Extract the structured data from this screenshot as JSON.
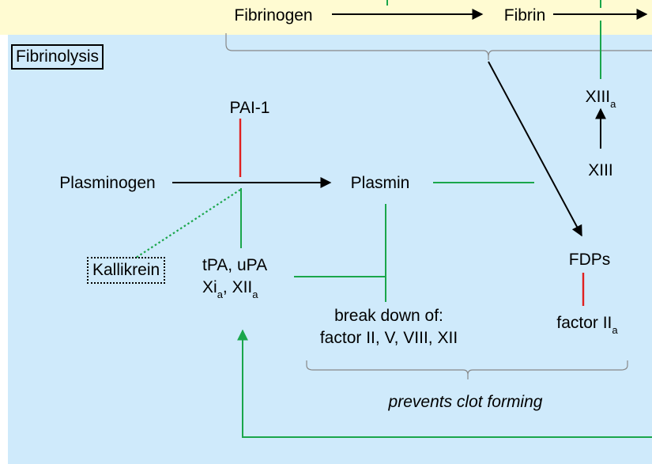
{
  "section_label": "Fibrinolysis",
  "coagulation": {
    "fibrinogen": "Fibrinogen",
    "fibrin": "Fibrin"
  },
  "nodes": {
    "plasminogen": "Plasminogen",
    "plasmin": "Plasmin",
    "pai1": "PAI-1",
    "kallikrein": "Kallikrein",
    "activators": {
      "line1": "tPA, uPA",
      "xi_base": "Xi",
      "xi_sub": "a",
      "sep": ", ",
      "xii_base": "XII",
      "xii_sub": "a"
    },
    "breakdown": {
      "line1": "break down of:",
      "line2": "factor II, V, VIII, XII"
    },
    "xiii": "XIII",
    "xiiia_base": "XIII",
    "xiiia_sub": "a",
    "fdps": "FDPs",
    "factor2a_base": "factor II",
    "factor2a_sub": "a"
  },
  "prevents_label": "prevents clot forming",
  "colors": {
    "activation_arrow": "#000000",
    "inhibition": "#e02020",
    "feedback": "#1aa64b",
    "top_band": "#fffbd2",
    "main_band": "#cfeafb"
  }
}
